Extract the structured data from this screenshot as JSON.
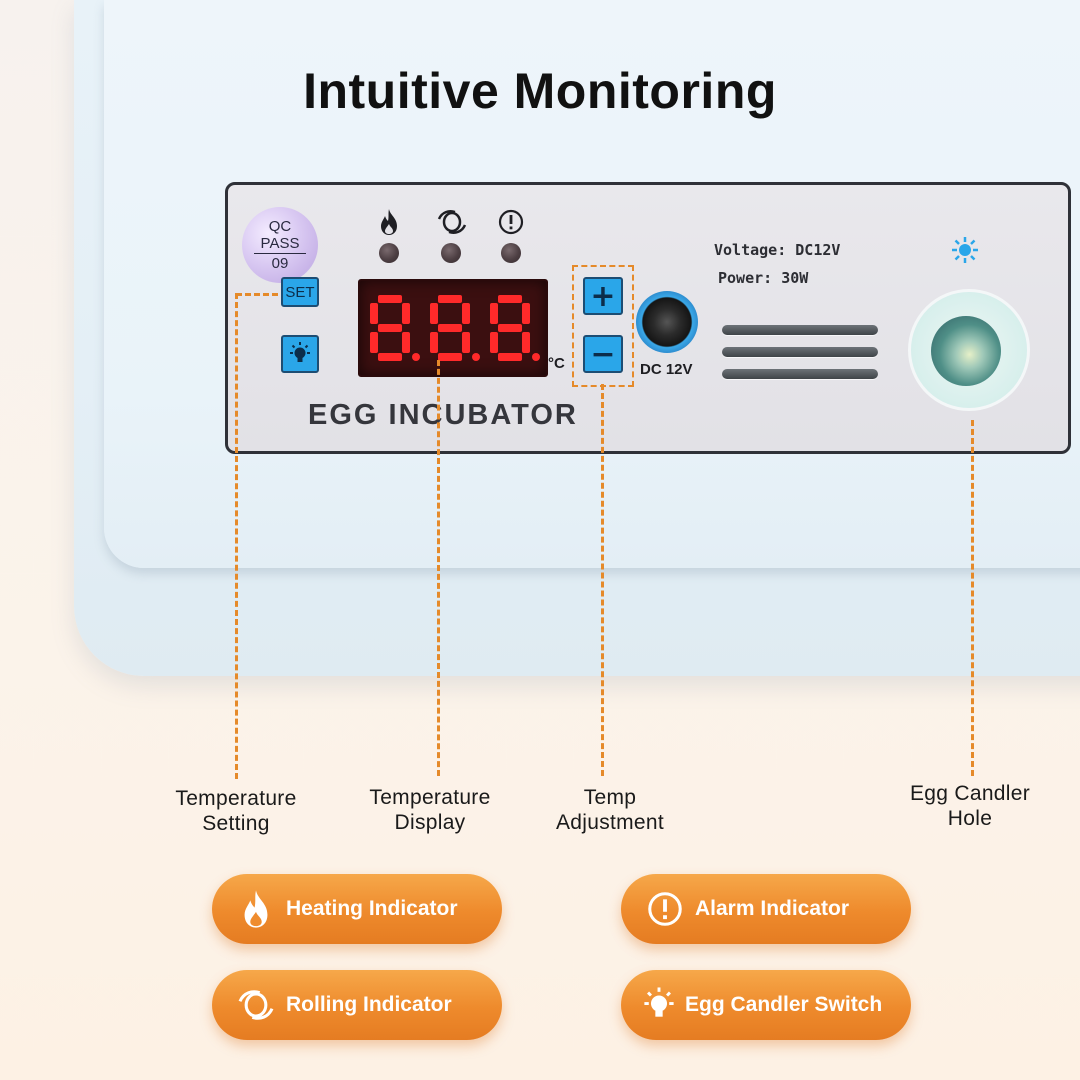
{
  "headline": "Intuitive Monitoring",
  "panel": {
    "qc_sticker": {
      "line1": "QC",
      "line2": "PASS",
      "line3": "09"
    },
    "set_button_label": "SET",
    "plus_label": "+",
    "minus_label": "−",
    "display_unit": "°C",
    "display_digits": "8.8.8.",
    "product_label": "EGG INCUBATOR",
    "voltage_text": "Voltage: DC12V",
    "power_text": "Power: 30W",
    "dc_jack_label": "DC 12V"
  },
  "callouts": [
    {
      "line1": "Temperature",
      "line2": "Setting"
    },
    {
      "line1": "Temperature",
      "line2": "Display"
    },
    {
      "line1": "Temp",
      "line2": "Adjustment"
    },
    {
      "line1": "Egg Candler",
      "line2": "Hole"
    }
  ],
  "features": [
    {
      "label": "Heating Indicator",
      "icon": "flame-icon"
    },
    {
      "label": "Alarm Indicator",
      "icon": "alert-icon"
    },
    {
      "label": "Rolling Indicator",
      "icon": "rolling-icon"
    },
    {
      "label": "Egg Candler Switch",
      "icon": "bulb-icon"
    }
  ],
  "colors": {
    "accent_orange": "#EE8A2C",
    "button_blue": "#2AA6E9",
    "display_red": "#FF2A2A"
  }
}
